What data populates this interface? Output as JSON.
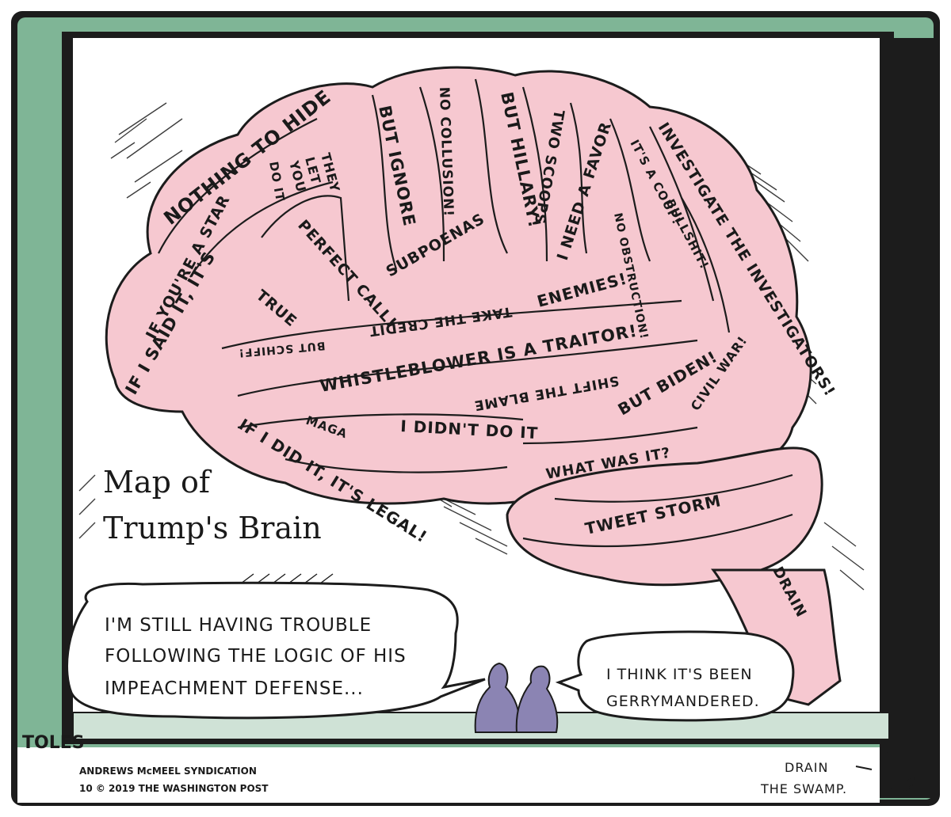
{
  "caption": {
    "line1": "Map of",
    "line2": "Trump's Brain"
  },
  "brain_labels": {
    "nothing_to_hide": "NOTHING TO HIDE",
    "if_youre_a_star": "IF YOU'RE A STAR",
    "they_let_you": "THEY",
    "they_let_you_2": "LET",
    "they_let_you_3": "YOU",
    "do_it": "DO IT",
    "but_ignore": "BUT IGNORE",
    "no_collusion": "NO COLLUSION!",
    "but_hillary": "BUT HILLARY!",
    "two_scoops": "TWO SCOOPS",
    "i_need_a_favor": "I NEED A FAVOR",
    "its_a_coup": "IT'S A COUP!",
    "investigate": "INVESTIGATE THE INVESTIGATORS!",
    "perfect_call": "PERFECT CALL!",
    "subpoenas": "SUBPOENAS",
    "enemies": "ENEMIES!",
    "no_obstruction": "NO OBSTRUCTION!",
    "bullshit": "BULLSHIT!",
    "if_i_said_it": "IF I SAID IT, IT'S",
    "true": "TRUE",
    "take_the_credit": "TAKE THE CREDIT",
    "but_schiff": "BUT SCHIFF!",
    "whistleblower": "WHISTLEBLOWER IS A TRAITOR!",
    "shift_the_blame": "SHIFT THE BLAME",
    "but_biden": "BUT BIDEN!",
    "civil_war": "CIVIL WAR!",
    "maga": "MAGA",
    "i_didnt_do_it": "I DIDN'T DO IT",
    "if_i_did_it": "IF I DID IT, IT'S LEGAL!",
    "what_was_it": "WHAT WAS IT?",
    "tweet_storm": "TWEET STORM",
    "drain": "DRAIN"
  },
  "speech_left": {
    "line1": "I'M STILL HAVING TROUBLE",
    "line2": "FOLLOWING THE LOGIC OF HIS",
    "line3": "IMPEACHMENT DEFENSE..."
  },
  "speech_right": {
    "line1": "I THINK IT'S BEEN",
    "line2": "GERRYMANDERED."
  },
  "credits": {
    "signature": "TOLES",
    "syndication": "ANDREWS McMEEL SYNDICATION",
    "copyright": "10 © 2019 THE WASHINGTON POST",
    "drain_swamp_1": "DRAIN",
    "drain_swamp_2": "THE SWAMP."
  },
  "colors": {
    "frame_dark": "#1c1c1c",
    "frame_green": "#7fb596",
    "brain_pink": "#f6c8d0",
    "ink": "#1a1a1a",
    "figures": "#8b84b3",
    "floor": "#cfe2d6"
  }
}
